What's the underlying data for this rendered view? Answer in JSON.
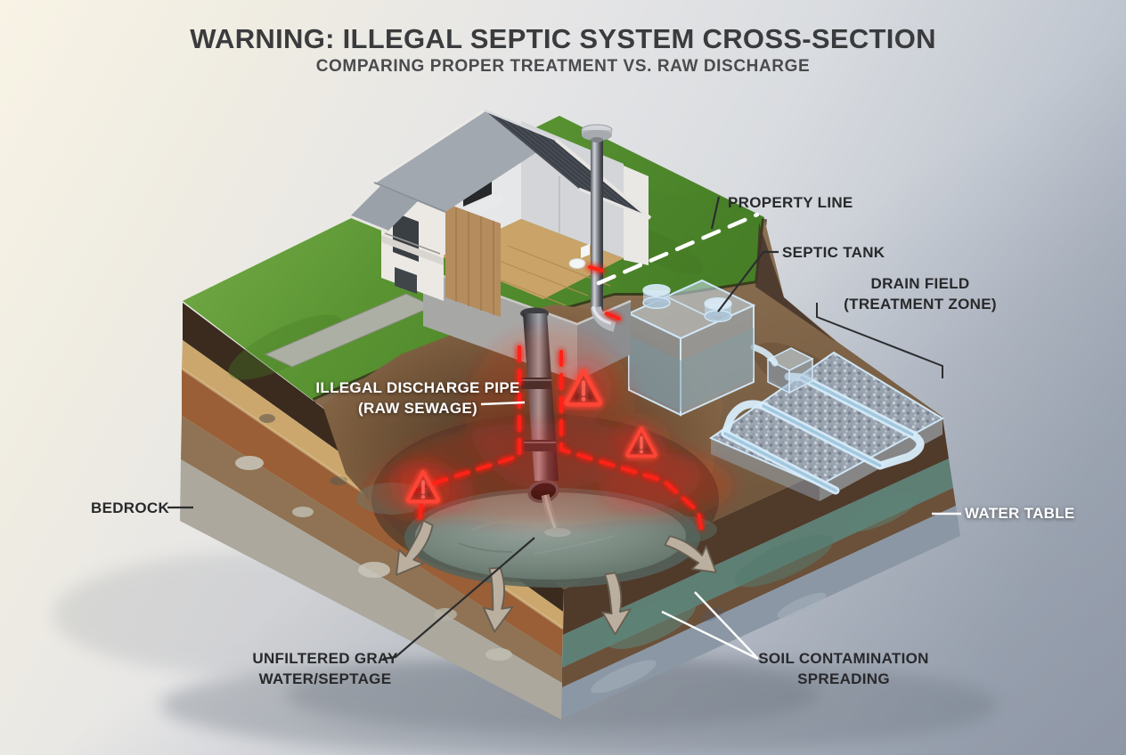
{
  "title": "WARNING: ILLEGAL SEPTIC SYSTEM CROSS-SECTION",
  "subtitle": "COMPARING PROPER TREATMENT VS. RAW DISCHARGE",
  "callouts": {
    "property_line": "PROPERTY LINE",
    "septic_tank": "SEPTIC TANK",
    "drain_field": [
      "DRAIN FIELD",
      "(TREATMENT ZONE)"
    ],
    "illegal_discharge_pipe": [
      "ILLEGAL DISCHARGE PIPE",
      "(RAW SEWAGE)"
    ],
    "bedrock": "BEDROCK",
    "water_table": "WATER TABLE",
    "unfiltered_gray_water": [
      "UNFILTERED GRAY",
      "WATER/SEPTAGE"
    ],
    "soil_contamination": [
      "SOIL CONTAMINATION",
      "SPREADING"
    ]
  },
  "icons": {
    "warning": "warning-triangle-exclamation"
  },
  "colors": {
    "warning_red": "#ff2419",
    "ghost_system_blue": "#cfe6f6",
    "grass_green": "#5f9b35",
    "contamination_teal": "#5d7f74",
    "pool_gray_green": "#7c8d85",
    "arrow_gray": "#bbb0a0",
    "label_dark": "#28292b",
    "label_light": "#ffffff",
    "bedrock_gray": "#aca89e",
    "water_table_gray_blue": "#8b97a4"
  }
}
